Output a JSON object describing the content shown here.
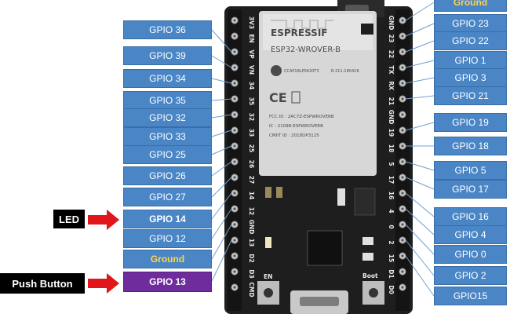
{
  "left_labels": [
    {
      "text": "GPIO 36"
    },
    {
      "text": "GPIO 39"
    },
    {
      "text": "GPIO 34"
    },
    {
      "text": "GPIO 35"
    },
    {
      "text": "GPIO 32"
    },
    {
      "text": "GPIO 33"
    },
    {
      "text": "GPIO 25"
    },
    {
      "text": "GPIO 26"
    },
    {
      "text": "GPIO 27"
    },
    {
      "text": "GPIO 14"
    },
    {
      "text": "GPIO 12"
    },
    {
      "text": "Ground"
    },
    {
      "text": "GPIO 13"
    }
  ],
  "right_labels": [
    {
      "text": "Ground"
    },
    {
      "text": "GPIO 23"
    },
    {
      "text": "GPIO 22"
    },
    {
      "text": "GPIO 1"
    },
    {
      "text": "GPIO 3"
    },
    {
      "text": "GPIO 21"
    },
    {
      "text": "GPIO 19"
    },
    {
      "text": "GPIO 18"
    },
    {
      "text": "GPIO 5"
    },
    {
      "text": "GPIO 17"
    },
    {
      "text": "GPIO 16"
    },
    {
      "text": "GPIO 4"
    },
    {
      "text": "GPIO 0"
    },
    {
      "text": "GPIO 2"
    },
    {
      "text": "GPIO15"
    }
  ],
  "led_tag": "LED",
  "button_tag": "Push Button",
  "left_pins": [
    "3V3",
    "EN",
    "VP",
    "VN",
    "34",
    "35",
    "32",
    "33",
    "25",
    "26",
    "27",
    "14",
    "12",
    "GND",
    "13",
    "D2",
    "D3",
    "CMD"
  ],
  "right_pins": [
    "GND",
    "23",
    "22",
    "TX",
    "RX",
    "21",
    "GND",
    "19",
    "18",
    "5",
    "17",
    "16",
    "4",
    "0",
    "2",
    "15",
    "D1",
    "D0"
  ],
  "module": {
    "brand": "ESPRESSIF",
    "model": "ESP32-WROVER-B",
    "fcc": "FCC ID : 2AC7Z-ESPWROVERB",
    "ic": "IC : 21098-ESPWROVERB",
    "cmiit": "CMIIT ID : 2018DP3125",
    "cert1": "CCAP18LP0420T3",
    "cert2": "R-211-180418"
  },
  "board_text": {
    "en": "EN",
    "boot": "Boot"
  },
  "colors": {
    "label_blue": "#4a86c6",
    "button_purple": "#6f2c9c",
    "ground_text": "#ffd34d",
    "arrow_red": "#e0161b",
    "pcb": "#1e1e1e"
  }
}
